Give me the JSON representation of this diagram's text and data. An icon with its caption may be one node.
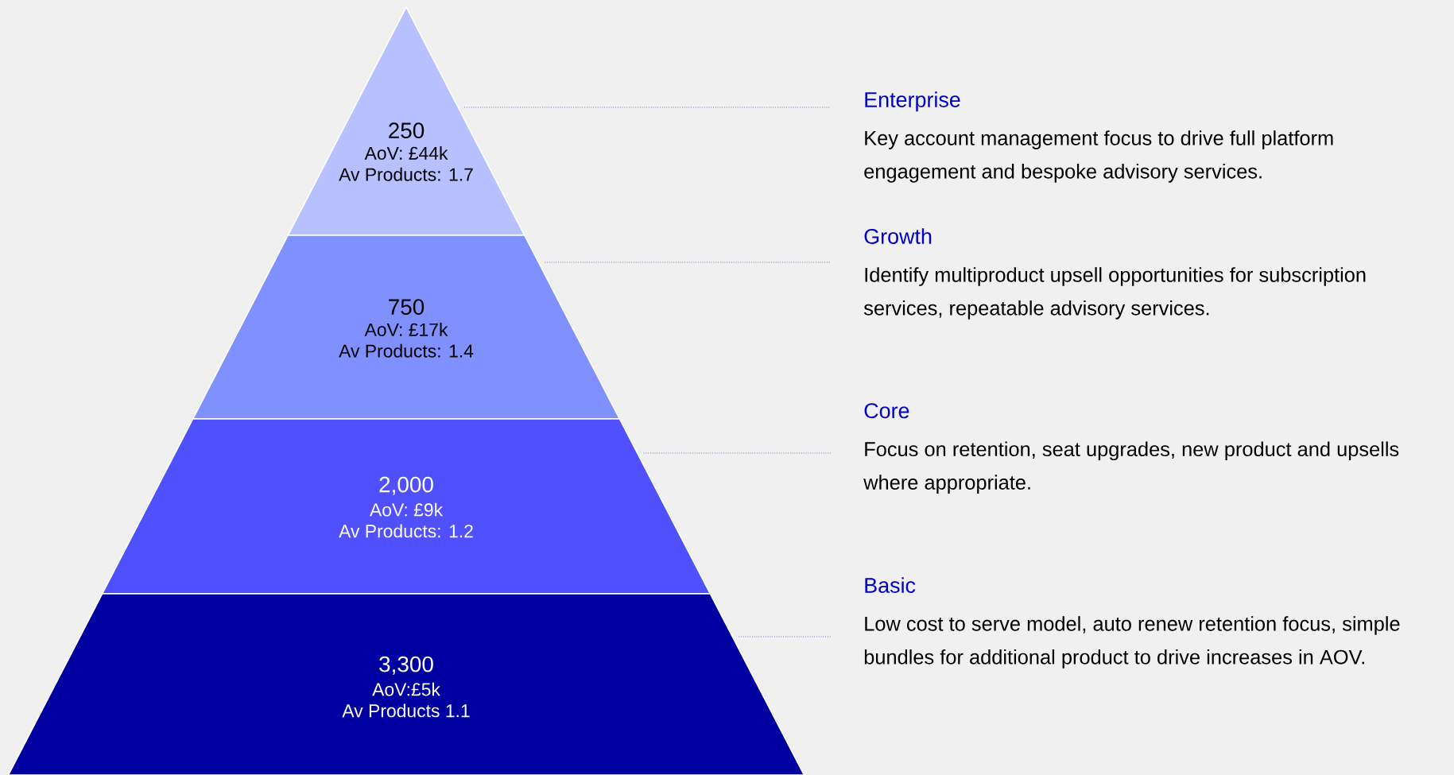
{
  "diagram": {
    "nodes": [
      {
        "text": [
          "250",
          "AoV: £44k",
          "Av Products: 1.7"
        ]
      },
      {
        "text": [
          "750",
          "AoV: £17k",
          "Av Products: 1.4"
        ]
      },
      {
        "text": [
          "2,000",
          "AoV: £9k",
          "Av Products: 1.2"
        ]
      },
      {
        "text": [
          "3,300",
          "AoV:£5k",
          "Av Products 1.1"
        ]
      },
      {
        "text": [
          "Enterprise",
          "Key account management focus to drive full platform engagement and bespoke advisory services."
        ]
      },
      {
        "text": [
          "Growth",
          "Identify multiproduct upsell opportunities for subscription services, repeatable advisory services."
        ]
      },
      {
        "text": [
          "Core",
          "Focus on retention, seat upgrades, new product and upsells where appropriate."
        ]
      },
      {
        "text": [
          "Basic",
          "Low cost to serve model, auto renew retention focus, simple bundles for additional product to drive increases in AOV."
        ]
      }
    ],
    "edges": [
      {
        "from": 0,
        "to": 4,
        "arrow": "none"
      },
      {
        "from": 1,
        "to": 5,
        "arrow": "none"
      },
      {
        "from": 2,
        "to": 6,
        "arrow": "none"
      },
      {
        "from": 3,
        "to": 7,
        "arrow": "none"
      }
    ]
  }
}
